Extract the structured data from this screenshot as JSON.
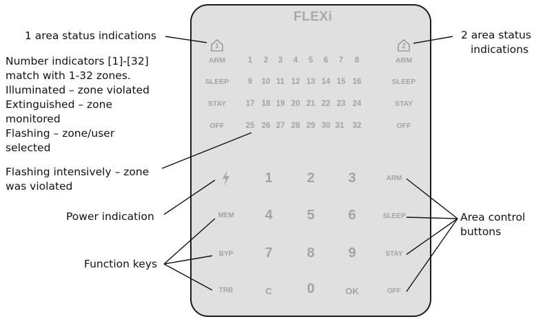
{
  "brand": "FLEXi",
  "callouts": {
    "area1_status": "1 area status indications",
    "area2_status_line1": "2 area status",
    "area2_status_line2": "indications",
    "zones_lines": [
      "Number indicators [1]-[32]",
      "match with 1-32 zones.",
      "Illuminated – zone violated",
      "Extinguished – zone",
      "monitored",
      "Flashing – zone/user",
      "selected",
      "Flashing intensively – zone",
      "was violated"
    ],
    "power": "Power indication",
    "function_keys": "Function keys",
    "area_control_line1": "Area control",
    "area_control_line2": "buttons"
  },
  "area_icons": {
    "left": "1",
    "right": "2"
  },
  "status_labels": [
    "ARM",
    "SLEEP",
    "STAY",
    "OFF"
  ],
  "zone_rows": [
    [
      "1",
      "2",
      "3",
      "4",
      "5",
      "6",
      "7",
      "8"
    ],
    [
      "9",
      "10",
      "11",
      "12",
      "13",
      "14",
      "15",
      "16"
    ],
    [
      "17",
      "18",
      "19",
      "20",
      "21",
      "22",
      "23",
      "24"
    ],
    [
      "25",
      "26",
      "27",
      "28",
      "29",
      "30",
      "31",
      "32"
    ]
  ],
  "keypad": {
    "function_keys": [
      "MEM",
      "BYP",
      "TRB"
    ],
    "power_icon": "lightning-icon",
    "digits": [
      [
        "1",
        "2",
        "3"
      ],
      [
        "4",
        "5",
        "6"
      ],
      [
        "7",
        "8",
        "9"
      ],
      [
        "C",
        "0",
        "OK"
      ]
    ],
    "area_buttons": [
      "ARM",
      "SLEEP",
      "STAY",
      "OFF"
    ]
  }
}
